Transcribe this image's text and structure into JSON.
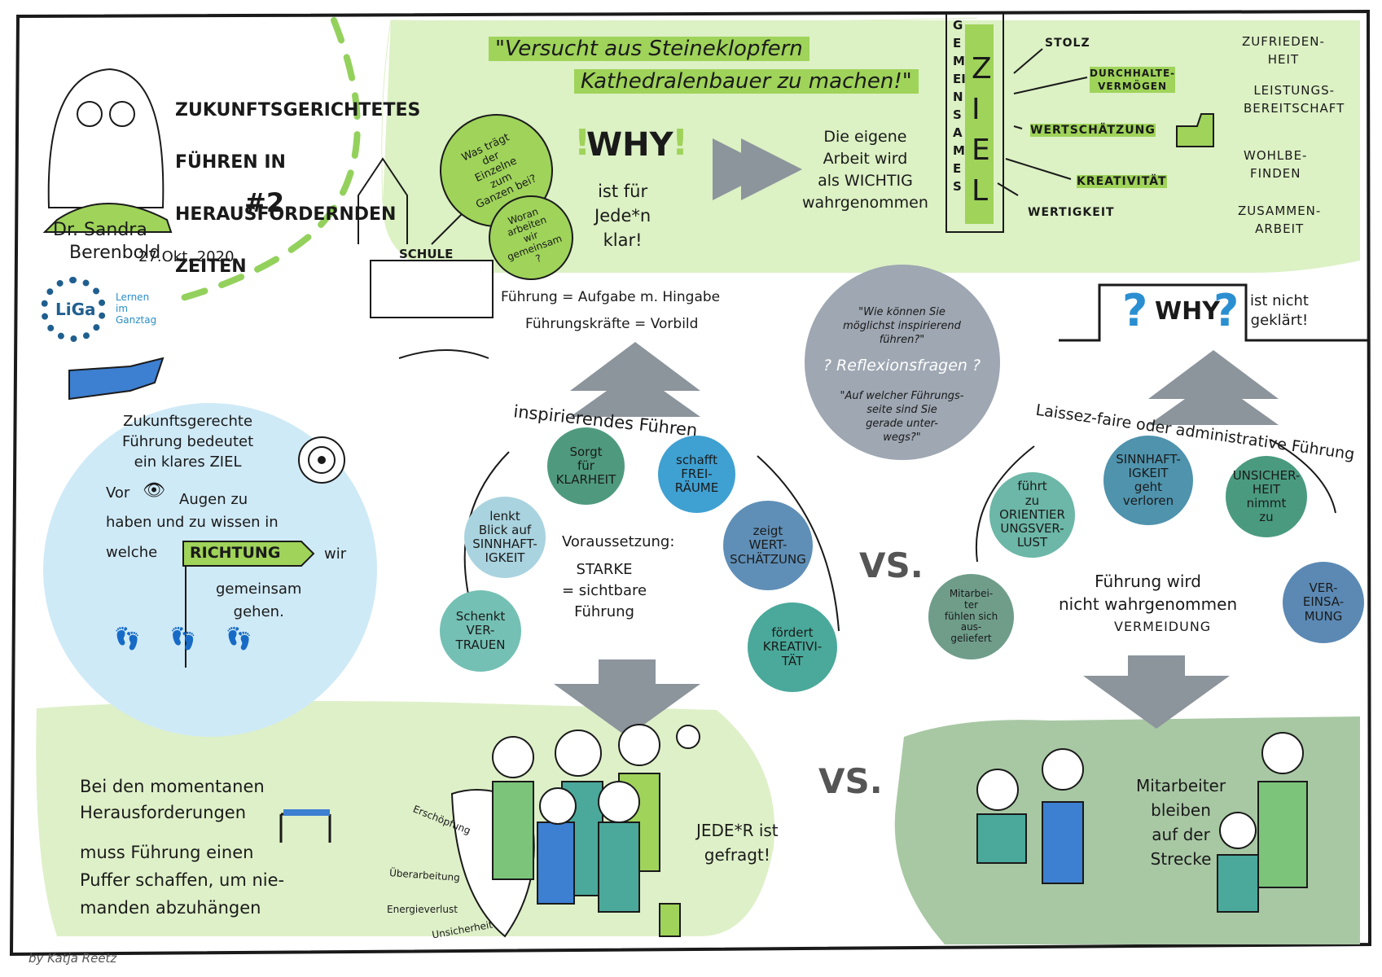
{
  "header": {
    "title_lines": [
      "ZUKUNFTSGERICHTETES",
      "FÜHREN IN",
      "HERAUSFORDERNDEN",
      "ZEITEN"
    ],
    "episode": "#2",
    "speaker_line1": "Dr. Sandra",
    "speaker_line2": "Berenbold",
    "date": "27.Okt. 2020"
  },
  "logo": {
    "name": "LiGa",
    "tagline": "Lernen\nim\nGanztag"
  },
  "quote": {
    "line1": "\"Versucht aus Steineklopfern",
    "line2": "Kathedralenbauer zu machen!\""
  },
  "school": {
    "label": "SCHULE",
    "bubble1": "Was trägt\nder\nEinzelne\nzum\nGanzen bei?",
    "bubble2": "Woran\narbeiten\nwir\ngemeinsam\n?"
  },
  "why_clear": {
    "why": "WHY",
    "text": "ist für\nJede*n\nklar!"
  },
  "work_important": "Die eigene\nArbeit wird\nals WICHTIG\nwahrgenommen",
  "shared_goal": {
    "vertical_word": "GEMEINSAMES",
    "ziel": "ZIEL",
    "outcomes": [
      "STOLZ",
      "DURCHHALTE-\nVERMÖGEN",
      "WERTSCHÄTZUNG",
      "KREATIVITÄT",
      "WERTIGKEIT"
    ]
  },
  "results": [
    "ZUFRIEDEN-\nHEIT",
    "LEISTUNGS-\nBEREITSCHAFT",
    "WOHLBE-\nFINDEN",
    "ZUSAMMEN-\nARBEIT"
  ],
  "leadership_defs": {
    "line1": "Führung = Aufgabe m. Hingabe",
    "line2": "Führungskräfte = Vorbild"
  },
  "reflection": {
    "q1": "\"Wie können Sie\nmöglichst inspirierend\nführen?\"",
    "title": "? Reflexionsfragen ?",
    "q2": "\"Auf welcher Führungs-\nseite sind Sie\ngerade unter-\nwegs?\""
  },
  "why_unclear": {
    "why": "WHY",
    "text": "ist nicht\ngeklärt!"
  },
  "goal_circle": {
    "line1": "Zukunftsgerechte\nFührung bedeutet\nein klares ZIEL",
    "line2": "Vor",
    "line3": "Augen zu\nhaben und zu wissen in",
    "line4": "welche",
    "sign": "RICHTUNG",
    "line5": "wir",
    "line6": "gemeinsam\ngehen."
  },
  "inspiring": {
    "title": "inspirierendes Führen",
    "circles": [
      {
        "label": "Sorgt\nfür\nKLARHEIT",
        "color": "#4f9a7e"
      },
      {
        "label": "schafft\nFREI-\nRÄUME",
        "color": "#3fa0d2"
      },
      {
        "label": "lenkt\nBlick auf\nSINNHAFT-\nIGKEIT",
        "color": "#a9d3df"
      },
      {
        "label": "zeigt\nWERT-\nSCHÄTZUNG",
        "color": "#5f8fb7"
      },
      {
        "label": "Schenkt\nVER-\nTRAUEN",
        "color": "#74c0b4"
      },
      {
        "label": "fördert\nKREATIVI-\nTÄT",
        "color": "#4aa99a"
      }
    ],
    "requirement_title": "Voraussetzung:",
    "requirement_text": "STARKE\n= sichtbare\nFührung"
  },
  "vs_labels": [
    "VS.",
    "VS."
  ],
  "laissez": {
    "title": "Laissez-faire oder administrative Führung",
    "circles": [
      {
        "label": "führt\nzu\nORIENTIER\nUNGSVER-\nLUST",
        "color": "#6cb7a7"
      },
      {
        "label": "SINNHAFT-\nIGKEIT\ngeht\nverloren",
        "color": "#4f93ad"
      },
      {
        "label": "UNSICHER-\nHEIT\nnimmt\nzu",
        "color": "#4a9a80"
      },
      {
        "label": "Mitarbei-\nter\nfühlen sich\naus-\ngeliefert",
        "color": "#6f9d8a"
      },
      {
        "label": "VER-\nEINSA-\nMUNG",
        "color": "#5b89b4"
      }
    ],
    "not_perceived": "Führung wird\nnicht wahrgenommen",
    "avoidance": "VERMEIDUNG"
  },
  "challenges": {
    "text1": "Bei den momentanen\nHerausforderungen",
    "text2": "muss Führung einen\nPuffer schaffen, um nie-\nmanden abzuhängen"
  },
  "shield_words": [
    "Erschöpfung",
    "Überarbeitung",
    "Energieverlust",
    "Unsicherheit"
  ],
  "everyone_asked": "JEDE*R ist\ngefragt!",
  "left_behind": "Mitarbeiter\nbleiben\nauf der\nStrecke",
  "credit": "by Katja Reetz",
  "colors": {
    "light_green": "#dff3c8",
    "lime": "#9fd35a",
    "light_blue": "#cde9f7",
    "dark_green_panel": "#9dbf9c",
    "grey_arrow": "#8a939c",
    "reflection_grey": "#9ea7b2"
  }
}
